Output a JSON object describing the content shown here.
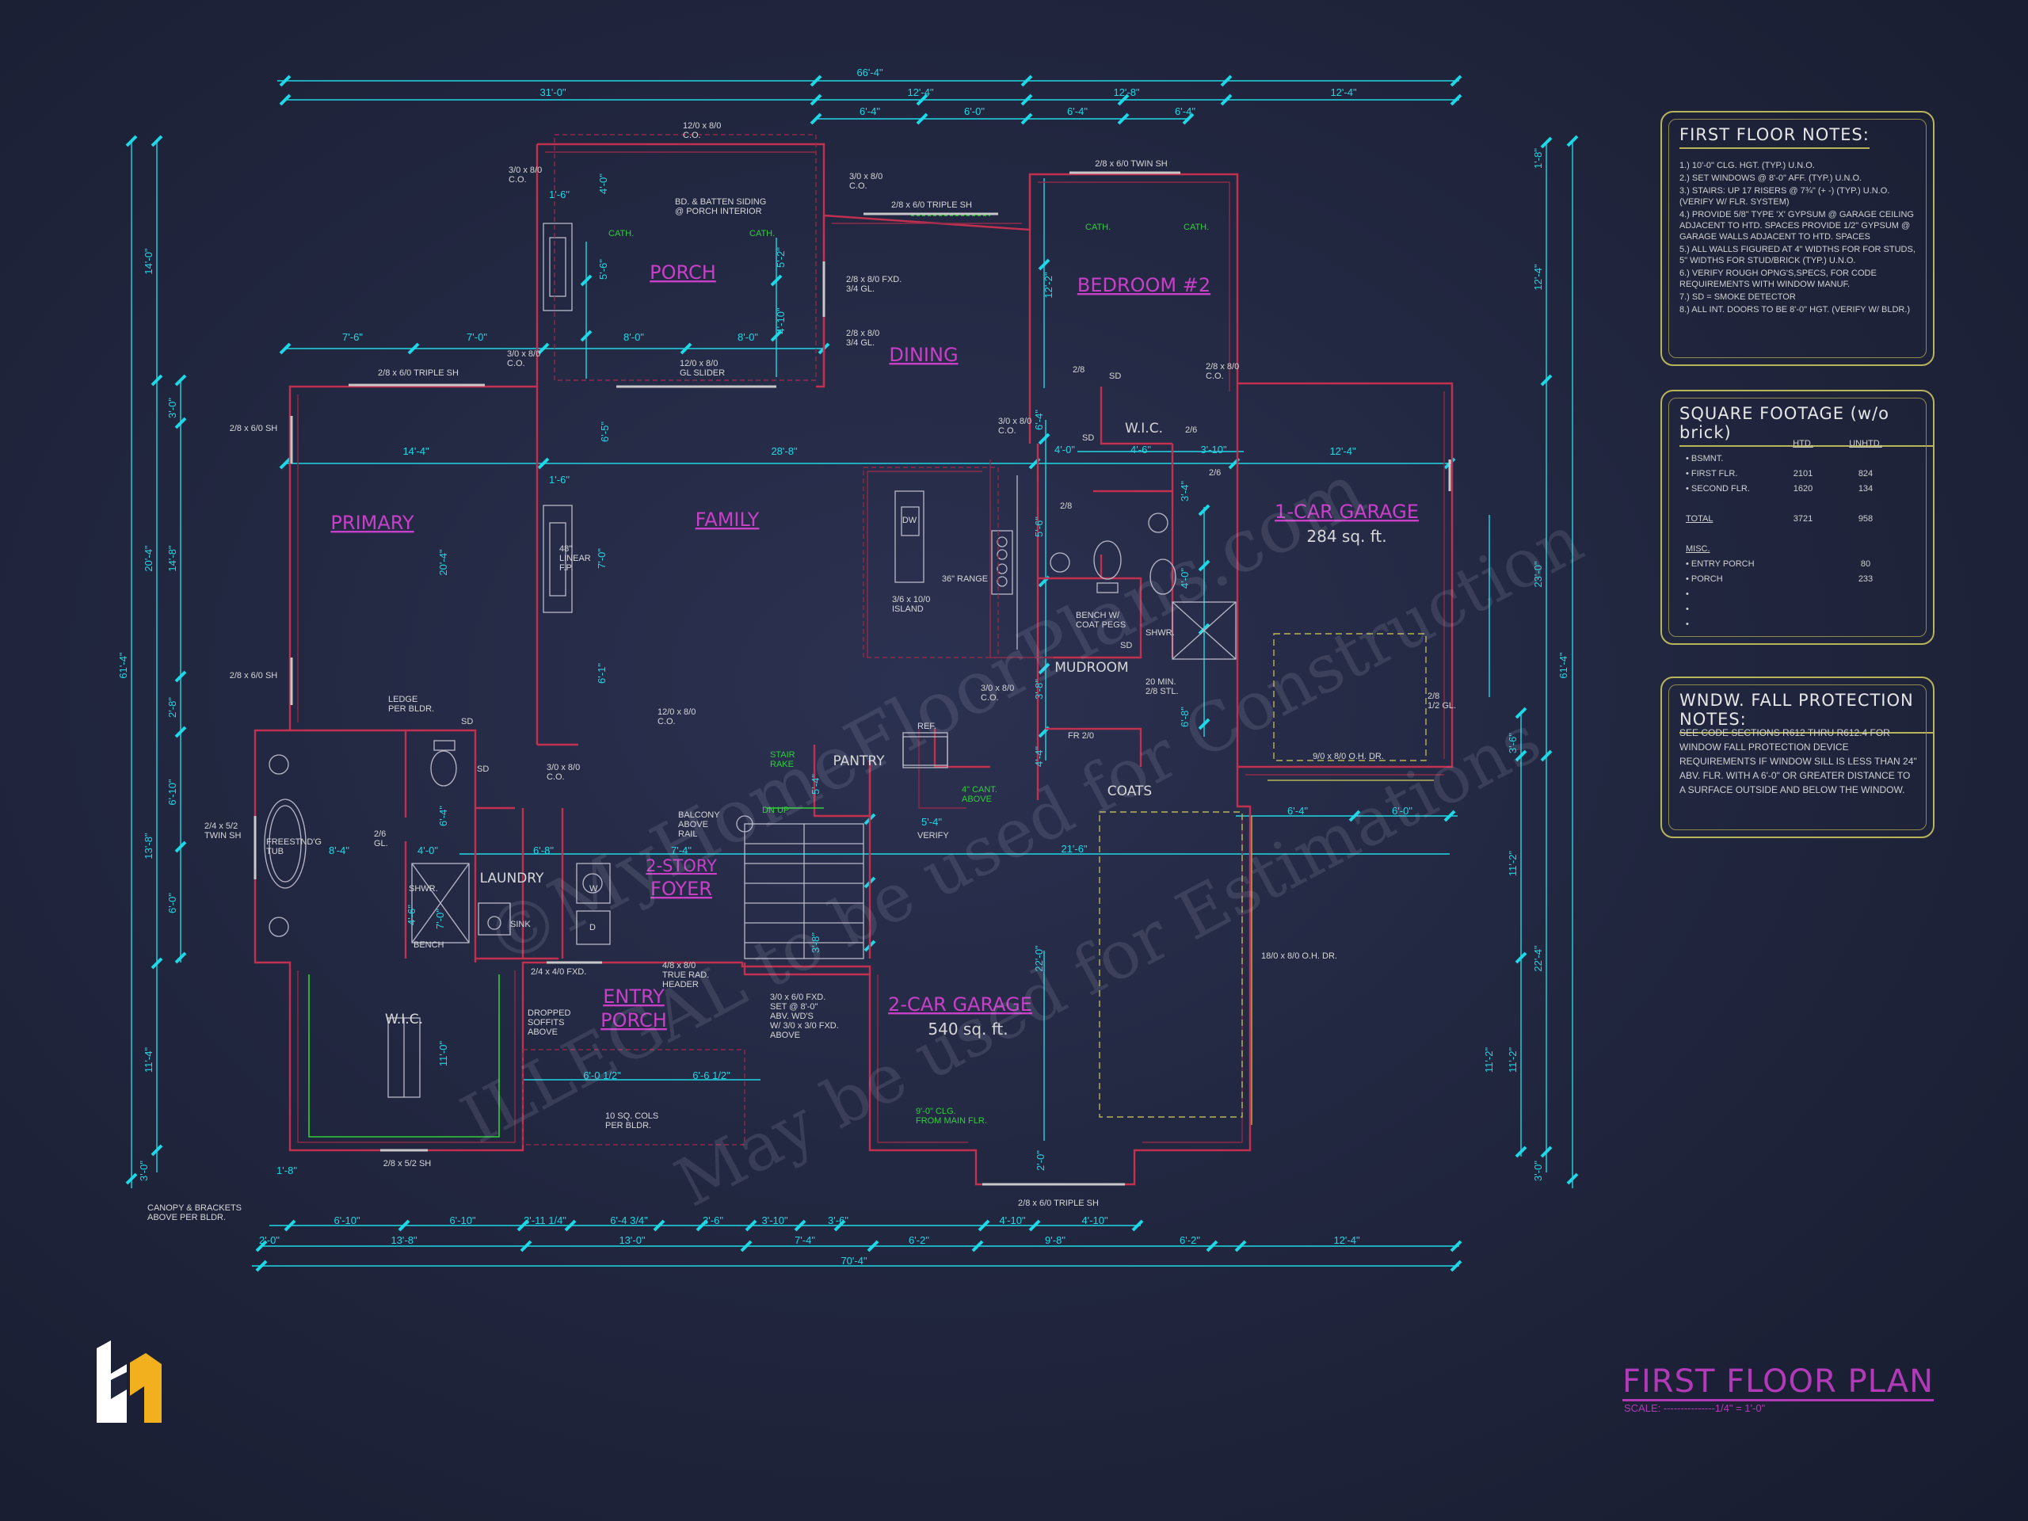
{
  "plan": {
    "title": "FIRST FLOOR PLAN",
    "scale": "SCALE: ---------------1/4\" = 1'-0\"",
    "colors": {
      "background": "#20253d",
      "dimension": "#1fd8e6",
      "wall": "#c2304f",
      "room_label": "#c83fc8",
      "note": "#d7d7d7",
      "accent_green": "#2fcf3a",
      "panel_border": "#b9b35a"
    }
  },
  "dims": {
    "top_total": "66'-4\"",
    "top_a": "31'-0\"",
    "top_b": "12'-4\"",
    "top_c": "12'-8\"",
    "top_d": "12'-4\"",
    "top2_a": "6'-4\"",
    "top2_b": "6'-0\"",
    "top2_c": "6'-4\"",
    "top2_d": "6'-4\"",
    "left_total": "61'-4\"",
    "left_a": "14'-0\"",
    "left_b": "20'-4\"",
    "left_c": "13'-8\"",
    "left_d": "11'-4\"",
    "left_e": "3'-0\"",
    "left2_a": "3'-0\"",
    "left2_b": "14'-8\"",
    "left2_c": "2'-8\"",
    "left2_d": "6'-10\"",
    "left2_e": "6'-0\"",
    "right_total": "61'-4\"",
    "right_a": "12'-4\"",
    "right_b": "23'-0\"",
    "right_c": "22'-4\"",
    "right_d": "1'-8\"",
    "right_e": "3'-0\"",
    "right2_a": "3'-6\"",
    "right2_b": "11'-2\"",
    "right2_c": "11'-2\"",
    "bottom_total": "70'-4\"",
    "bottom_a": "13'-8\"",
    "bottom_b": "13'-0\"",
    "bottom_c": "7'-4\"",
    "bottom_d": "6'-2\"",
    "bottom_e": "9'-8\"",
    "bottom_f": "6'-2\"",
    "bottom_g": "12'-4\"",
    "bottom2_a": "6'-10\"",
    "bottom2_b": "6'-10\"",
    "bottom2_c": "3'-11 1/4\"",
    "bottom2_d": "6'-4 3/4\"",
    "bottom2_e": "3'-6\"",
    "bottom2_f": "3'-10\"",
    "bottom2_g": "3'-6\"",
    "bottom2_h": "4'-10\"",
    "bottom2_i": "4'-10\"",
    "bottom_left_x": "2'-0\"",
    "int_primary_w": "14'-4\"",
    "int_family_w": "28'-8\"",
    "int_garage1_w": "12'-4\"",
    "int_primary_h": "20'-4\"",
    "int_family_h1": "7'-0\"",
    "int_family_h2": "6'-1\"",
    "int_porch_w1": "7'-6\"",
    "int_porch_w2": "7'-0\"",
    "int_porch_w3": "8'-0\"",
    "int_porch_w4": "8'-0\"",
    "int_porch_h1": "4'-0\"",
    "int_porch_h2": "5'-6\"",
    "int_porch_h3": "5'-2\"",
    "int_porch_h4": "4'-10\"",
    "int_bed_h": "12'-2\"",
    "int_wic2_w": "4'-6\"",
    "int_wic2_w2": "4'-0\"",
    "int_wic2_w3": "3'-10\"",
    "int_bath_a": "6'-4\"",
    "int_bath_b": "5'-6\"",
    "int_bath_c": "3'-4\"",
    "int_garage2_w": "21'-6\"",
    "int_garage2_h": "22'-0\"",
    "int_garage2_top": "6'-4\"",
    "int_garage2_top2": "6'-0\"",
    "int_mud_a": "3'-8\"",
    "int_mud_b": "6'-8\"",
    "int_mud_c": "4'-4\"",
    "int_laundry_w": "6'-8\"",
    "int_foyer_w": "7'-4\"",
    "int_primbath_w": "8'-4\"",
    "int_primbath_b": "4'-0\"",
    "int_primbath_c": "6'-4\"",
    "int_wic1_h": "11'-0\"",
    "int_porch_fw": "6'-0 1/2\"",
    "int_porch_fw2": "6'-6 1/2\"",
    "int_stair_a": "5'-4\"",
    "int_stair_b": "3'-8\"",
    "int_pantry": "5'-4\"",
    "int_garage2_r": "11'-2\"",
    "int_wic1_b": "1'-8\"",
    "int_shwr": "4'-6\"",
    "int_shwr2": "7'-0\"",
    "int_family_left": "1'-6\"",
    "int_porch_left": "1'-6\"",
    "int_bed_b": "6'-4\"",
    "int_bath_d": "4'-0\"",
    "int_entry_small": "4'",
    "int_garage_bottom": "2'-0\"",
    "int_mud_d": "6'-8\"",
    "int_stair_c": "3'-8\"",
    "int_family_d": "6'-5\"",
    "int_prim_e": "4'"
  },
  "rooms": {
    "porch": "PORCH",
    "dining": "DINING",
    "bedroom2": "BEDROOM #2",
    "primary": "PRIMARY",
    "family": "FAMILY",
    "garage1": "1-CAR GARAGE",
    "garage1_area": "284 sq. ft.",
    "wic2": "W.I.C.",
    "mudroom": "MUDROOM",
    "pantry": "PANTRY",
    "coats": "COATS",
    "laundry": "LAUNDRY",
    "foyer_a": "2-STORY",
    "foyer_b": "FOYER",
    "entry_a": "ENTRY",
    "entry_b": "PORCH",
    "wic1": "W.I.C.",
    "garage2": "2-CAR GARAGE",
    "garage2_area": "540 sq. ft."
  },
  "labels": {
    "w_porch_top": "12/0 x 8/0\nC.O.",
    "w_porch_left": "3/0 x 8/0\nC.O.",
    "w_porch_right": "3/0 x 8/0\nC.O.",
    "board_batten": "BD. & BATTEN SIDING\n@ PORCH INTERIOR",
    "cath1": "CATH.",
    "cath2": "CATH.",
    "cath3": "CATH.",
    "cath4": "CATH.",
    "w_dining_top": "2/8 x 6/0 TRIPLE SH",
    "w_dining_fxd": "2/8 x 8/0 FXD.\n3/4 GL.",
    "w_dining_gl": "2/8 x 8/0\n3/4 GL.",
    "w_bed_top": "2/8 x 6/0 TWIN SH",
    "w_slider": "12/0 x 8/0\nGL SLIDER",
    "w_porch_co2": "3/0 x 8/0\nC.O.",
    "w_prim_top": "2/8 x 6/0 TRIPLE SH",
    "w_prim_left1": "2/8 x 6/0 SH",
    "w_prim_left2": "2/8 x 6/0 SH",
    "w_family_co": "3/0 x 8/0\nC.O.",
    "w_bed_co": "2/8 x 8/0\nC.O.",
    "d_28a": "2/8",
    "d_28b": "2/6",
    "d_28c": "2/6",
    "d_28d": "2/8",
    "fireplace": "48\"\nLINEAR\nF.P.",
    "island": "3/6 x 10/0\nISLAND",
    "range": "36\" RANGE",
    "dw": "DW",
    "bench": "BENCH W/\nCOAT PEGS",
    "shwr_right": "SHWR.",
    "min_stl": "20 MIN.\n2/8 STL.",
    "w_mud_co": "3/0 x 8/0\nC.O.",
    "fr_door": "FR 2/0",
    "w_garage1_gl": "2/8\n1/2 GL.",
    "oh_door1": "9/0 x 8/0 O.H. DR.",
    "oh_door2": "18/0 x 8/0 O.H. DR.",
    "ledge": "LEDGE\nPER BLDR.",
    "w_foyer_co": "12/0 x 8/0\nC.O.",
    "w_laundry_co": "3/0 x 8/0\nC.O.",
    "stair_rake": "STAIR\nRAKE",
    "balcony": "BALCONY\nABOVE\nRAIL",
    "dn_up": "DN   UP",
    "ref": "REF.",
    "cant": "4\" CANT.\nABOVE",
    "verify": "VERIFY",
    "twin_sh": "2/4 x 5/2\nTWIN SH",
    "tub": "FREESTND'G\nTUB",
    "shwr_left": "SHWR.",
    "bench2": "BENCH",
    "sink": "SINK",
    "w_gl": "2/6\nGL.",
    "w_fxd": "2/4 x 4/0 FXD.",
    "true_rad": "4/8 x 8/0\nTRUE RAD.\nHEADER",
    "w_foyer_fxd": "3/0 x 6/0 FXD.\nSET @ 8'-0\"\nABV. WD'S\nW/ 3/0 x 3/0 FXD.\nABOVE",
    "soffits": "DROPPED\nSOFFITS\nABOVE",
    "cols": "10 SQ. COLS\nPER BLDR.",
    "clg": "9'-0\" CLG.\nFROM MAIN FLR.",
    "w_bottom_twin": "2/8 x 5/2 SH",
    "w_garage_triple": "2/8 x 6/0 TRIPLE SH",
    "canopy": "CANOPY & BRACKETS\nABOVE PER BLDR.",
    "sd1": "SD",
    "sd2": "SD",
    "sd3": "SD",
    "sd4": "SD",
    "sd5": "SD",
    "w": "W",
    "d": "D"
  },
  "notes": {
    "title": "FIRST FLOOR NOTES:",
    "items": [
      "1.) 10'-0\" CLG. HGT. (TYP.) U.N.O.",
      "2.) SET WINDOWS @ 8'-0\" AFF. (TYP.) U.N.O.",
      "3.) STAIRS: UP 17 RISERS @ 7¾\" (+ -) (TYP.) U.N.O. (VERIFY W/ FLR. SYSTEM)",
      "4.) PROVIDE 5/8\" TYPE 'X' GYPSUM @ GARAGE CEILING ADJACENT TO HTD. SPACES PROVIDE 1/2\" GYPSUM @ GARAGE WALLS ADJACENT TO HTD. SPACES",
      "5.) ALL WALLS FIGURED AT 4\" WIDTHS FOR FOR STUDS, 5\" WIDTHS FOR STUD/BRICK (TYP.) U.N.O.",
      "6.) VERIFY ROUGH OPNG'S,SPECS, FOR CODE REQUIREMENTS WITH WINDOW MANUF.",
      "7.) SD = SMOKE DETECTOR",
      "8.) ALL INT. DOORS TO BE 8'-0\" HGT. (VERIFY W/ BLDR.)"
    ]
  },
  "sqft": {
    "title": "SQUARE FOOTAGE (w/o brick)",
    "col_htd": "HTD.",
    "col_unhtd": "UNHTD.",
    "rows": [
      {
        "label": "• BSMNT.",
        "htd": "",
        "unhtd": ""
      },
      {
        "label": "• FIRST FLR.",
        "htd": "2101",
        "unhtd": "824"
      },
      {
        "label": "• SECOND FLR.",
        "htd": "1620",
        "unhtd": "134"
      },
      {
        "label": "",
        "htd": "",
        "unhtd": ""
      },
      {
        "label": "TOTAL",
        "htd": "3721",
        "unhtd": "958"
      },
      {
        "label": "",
        "htd": "",
        "unhtd": ""
      },
      {
        "label": "MISC.",
        "htd": "",
        "unhtd": ""
      },
      {
        "label": "• ENTRY PORCH",
        "htd": "",
        "unhtd": "80"
      },
      {
        "label": "• PORCH",
        "htd": "",
        "unhtd": "233"
      },
      {
        "label": "•",
        "htd": "",
        "unhtd": ""
      },
      {
        "label": "•",
        "htd": "",
        "unhtd": ""
      },
      {
        "label": "•",
        "htd": "",
        "unhtd": ""
      }
    ]
  },
  "fall": {
    "title": "WNDW. FALL PROTECTION NOTES:",
    "text": "SEE CODE SECTIONS R612 THRU R612.4 FOR WINDOW FALL PROTECTION DEVICE REQUIREMENTS IF WINDOW SILL IS LESS THAN 24\" ABV. FLR. WITH A 6'-0\" OR GREATER DISTANCE TO A SURFACE OUTSIDE AND BELOW THE WINDOW."
  },
  "watermark": {
    "line1": "©MyHomeFloorPlans.com",
    "line2": "ILLEGAL to be used for Construction",
    "line3": "May be used for Estimations"
  }
}
